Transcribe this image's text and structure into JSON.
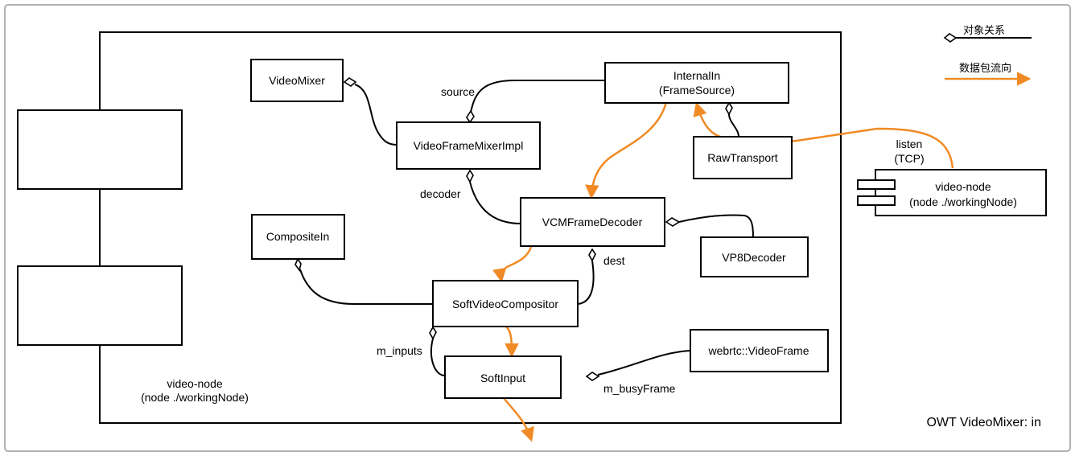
{
  "diagram": {
    "title": "OWT VideoMixer: in",
    "legend": {
      "object_relation": "对象关系",
      "packet_flow": "数据包流向"
    },
    "node_label": {
      "line1": "video-node",
      "line2": "(node ./workingNode)"
    },
    "nodes": {
      "video_mixer": "VideoMixer",
      "video_frame_mixer_impl": "VideoFrameMixerImpl",
      "internal_in": {
        "line1": "InternalIn",
        "line2": "(FrameSource)"
      },
      "raw_transport": "RawTransport",
      "vcm_frame_decoder": "VCMFrameDecoder",
      "vp8_decoder": "VP8Decoder",
      "composite_in": "CompositeIn",
      "soft_video_compositor": "SoftVideoCompositor",
      "soft_input": "SoftInput",
      "webrtc_video_frame": "webrtc::VideoFrame"
    },
    "external_node": {
      "line1": "video-node",
      "line2": "(node ./workingNode)"
    },
    "edge_labels": {
      "source": "source",
      "decoder": "decoder",
      "dest": "dest",
      "m_inputs": "m_inputs",
      "m_busy_frame": "m_busyFrame",
      "listen": "listen",
      "tcp": "(TCP)"
    },
    "colors": {
      "flow": "#f08a24",
      "stroke": "#000000",
      "frame": "#999999"
    }
  }
}
